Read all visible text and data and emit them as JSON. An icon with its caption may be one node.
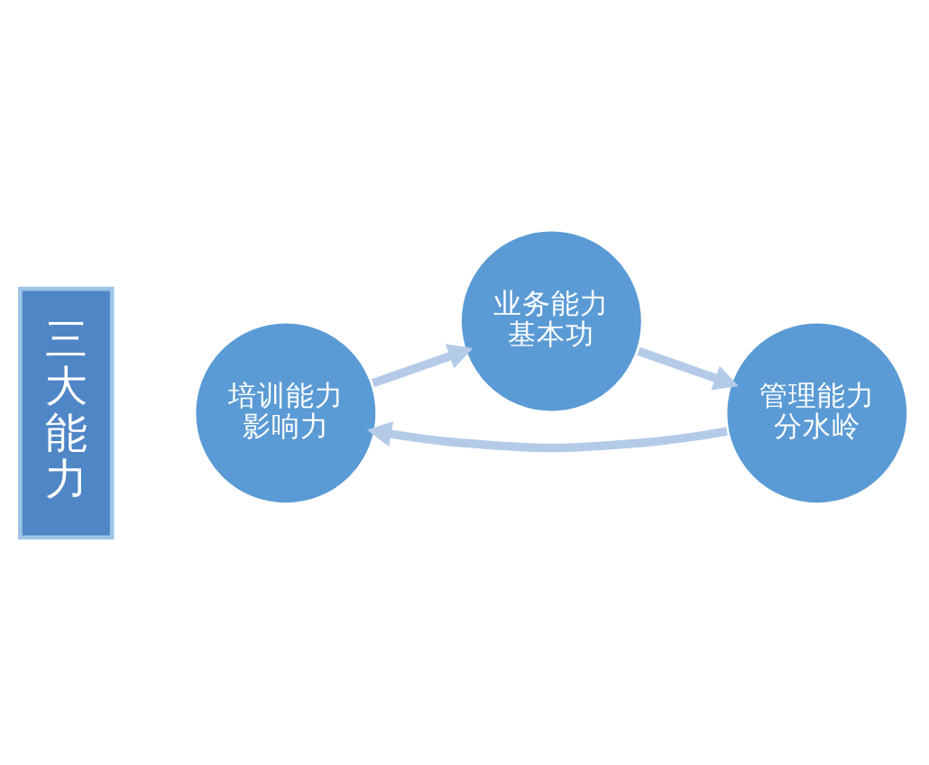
{
  "diagram": {
    "nodes": [
      {
        "text": [
          "三大能力"
        ]
      },
      {
        "text": [
          "培训能力",
          "影响力"
        ]
      },
      {
        "text": [
          "业务能力",
          "基本功"
        ]
      },
      {
        "text": [
          "管理能力",
          "分水岭"
        ]
      }
    ],
    "edges": [
      {
        "from": 1,
        "to": 2,
        "arrow": "to"
      },
      {
        "from": 2,
        "to": 3,
        "arrow": "to"
      },
      {
        "from": 3,
        "to": 1,
        "arrow": "to"
      }
    ]
  }
}
